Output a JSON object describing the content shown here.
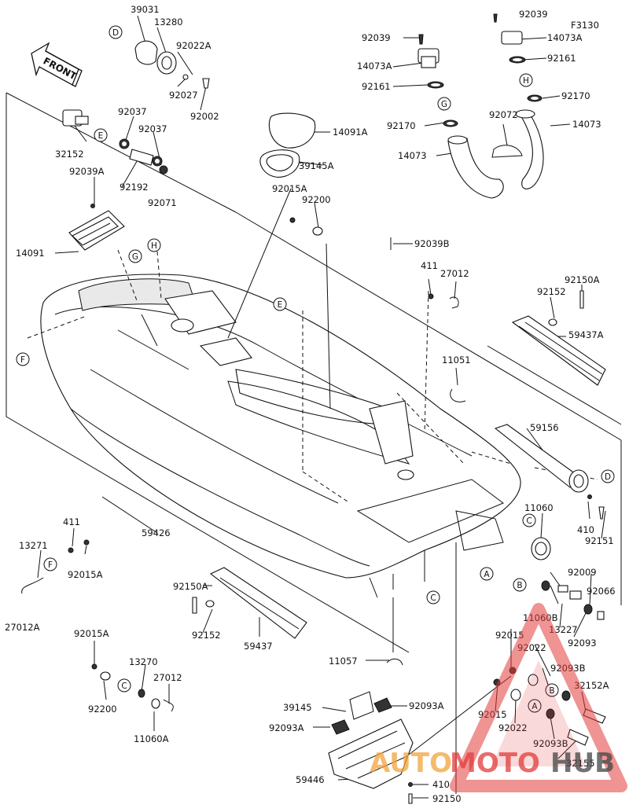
{
  "diagram_code": "F3130",
  "front_label": "FRONT",
  "watermark": {
    "text_a": "AUTO",
    "text_b": "MOTO",
    "text_c": "HUB"
  },
  "ref_letters": {
    "a": "A",
    "b": "B",
    "c": "C",
    "d": "D",
    "e": "E",
    "f": "F",
    "g": "G",
    "h": "H"
  },
  "part_numbers": {
    "p39031": "39031",
    "p13280": "13280",
    "p92022A": "92022A",
    "p92027": "92027",
    "p92002": "92002",
    "p92037_1": "92037",
    "p92037_2": "92037",
    "p32152": "32152",
    "p92192": "92192",
    "p92071": "92071",
    "p92039A": "92039A",
    "p14091": "14091",
    "p14091A": "14091A",
    "p39145A": "39145A",
    "p92015A_1": "92015A",
    "p92200_1": "92200",
    "p92039_1": "92039",
    "p92039_2": "92039",
    "p14073A_1": "14073A",
    "p14073A_2": "14073A",
    "p92161_1": "92161",
    "p92161_2": "92161",
    "p92170_1": "92170",
    "p92170_2": "92170",
    "p14073_1": "14073",
    "p14073_2": "14073",
    "p92072": "92072",
    "p92039B": "92039B",
    "p411_1": "411",
    "p27012_1": "27012",
    "p92152_1": "92152",
    "p92150A_1": "92150A",
    "p59437A": "59437A",
    "p11051": "11051",
    "p59156": "59156",
    "p11060": "11060",
    "p410_1": "410",
    "p92151": "92151",
    "p59426": "59426",
    "p411_2": "411",
    "p13271": "13271",
    "p92015A_2": "92015A",
    "p27012A": "27012A",
    "p92150A_2": "92150A",
    "p92152_2": "92152",
    "p59437": "59437",
    "p92009": "92009",
    "p92066": "92066",
    "p11060B": "11060B",
    "p13227": "13227",
    "p92093": "92093",
    "p92015A_3": "92015A",
    "p13270": "13270",
    "p27012_2": "27012",
    "p92200_2": "92200",
    "p11060A": "11060A",
    "p11057": "11057",
    "p92015_1": "92015",
    "p92022_1": "92022",
    "p92093B_1": "92093B",
    "p32152A": "32152A",
    "p92015_2": "92015",
    "p92022_2": "92022",
    "p92093B_2": "92093B",
    "p32155": "32155",
    "p39145": "39145",
    "p92093A_1": "92093A",
    "p92093A_2": "92093A",
    "p59446": "59446",
    "p410_2": "410",
    "p92150": "92150"
  }
}
